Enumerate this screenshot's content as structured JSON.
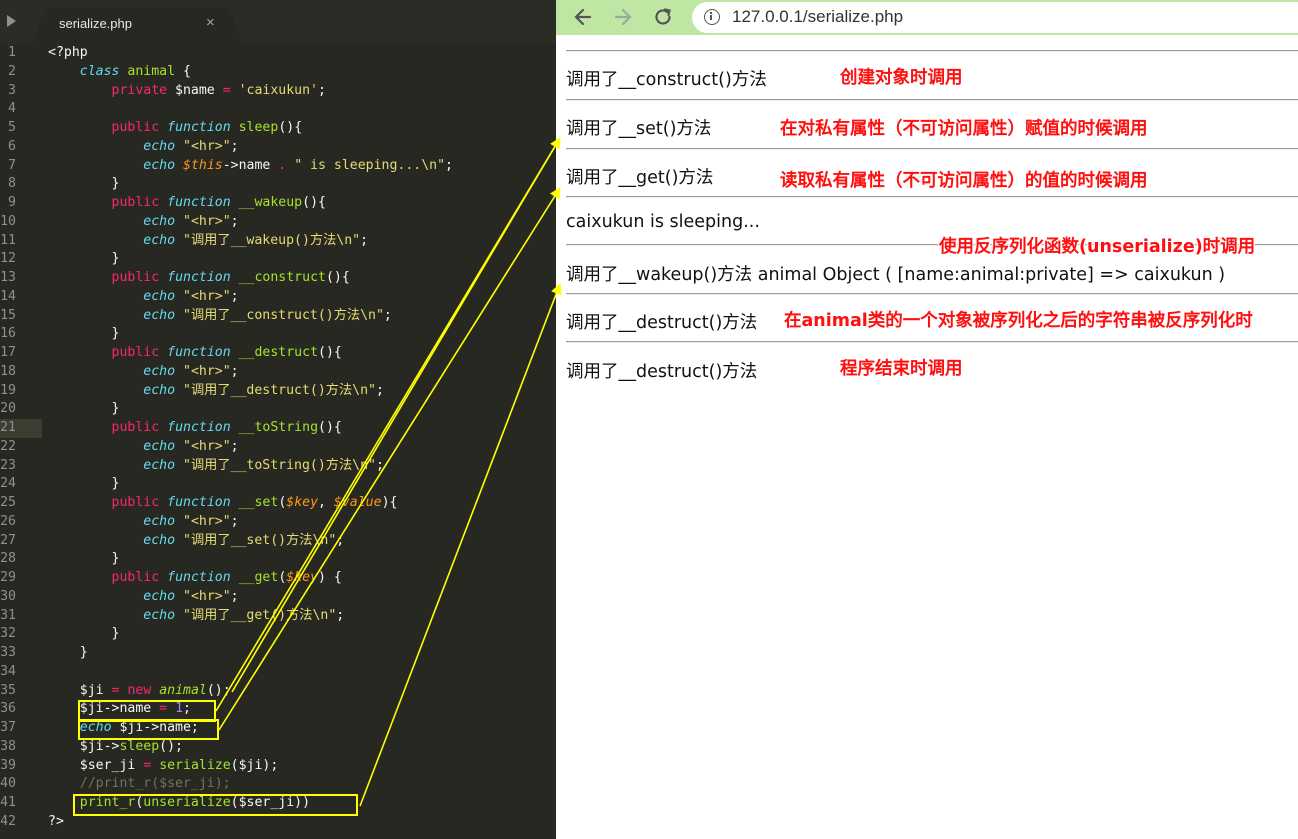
{
  "editor": {
    "tab_title": "serialize.php",
    "tab_close": "×",
    "lines": [
      {
        "n": "1",
        "tokens": [
          [
            "plain",
            "<?php"
          ]
        ]
      },
      {
        "n": "2",
        "tokens": [
          [
            "plain",
            "    "
          ],
          [
            "st",
            "class"
          ],
          [
            "plain",
            " "
          ],
          [
            "fn",
            "animal"
          ],
          [
            "plain",
            " {"
          ]
        ]
      },
      {
        "n": "3",
        "tokens": [
          [
            "plain",
            "        "
          ],
          [
            "kw",
            "private"
          ],
          [
            "plain",
            " $name "
          ],
          [
            "kw",
            "="
          ],
          [
            "plain",
            " "
          ],
          [
            "str",
            "'caixukun'"
          ],
          [
            "plain",
            ";"
          ]
        ]
      },
      {
        "n": "4",
        "tokens": []
      },
      {
        "n": "5",
        "tokens": [
          [
            "plain",
            "        "
          ],
          [
            "kw",
            "public"
          ],
          [
            "plain",
            " "
          ],
          [
            "st",
            "function"
          ],
          [
            "plain",
            " "
          ],
          [
            "fn",
            "sleep"
          ],
          [
            "plain",
            "(){"
          ]
        ]
      },
      {
        "n": "6",
        "tokens": [
          [
            "plain",
            "            "
          ],
          [
            "st",
            "echo"
          ],
          [
            "plain",
            " "
          ],
          [
            "str",
            "\"<hr>\""
          ],
          [
            "plain",
            ";"
          ]
        ]
      },
      {
        "n": "7",
        "tokens": [
          [
            "plain",
            "            "
          ],
          [
            "st",
            "echo"
          ],
          [
            "plain",
            " "
          ],
          [
            "var",
            "$this"
          ],
          [
            "plain",
            "->name "
          ],
          [
            "kw",
            "."
          ],
          [
            "plain",
            " "
          ],
          [
            "str",
            "\" is sleeping...\\n\""
          ],
          [
            "plain",
            ";"
          ]
        ]
      },
      {
        "n": "8",
        "tokens": [
          [
            "plain",
            "        }"
          ]
        ]
      },
      {
        "n": "9",
        "tokens": [
          [
            "plain",
            "        "
          ],
          [
            "kw",
            "public"
          ],
          [
            "plain",
            " "
          ],
          [
            "st",
            "function"
          ],
          [
            "plain",
            " "
          ],
          [
            "fn",
            "__wakeup"
          ],
          [
            "plain",
            "(){"
          ]
        ]
      },
      {
        "n": "10",
        "tokens": [
          [
            "plain",
            "            "
          ],
          [
            "st",
            "echo"
          ],
          [
            "plain",
            " "
          ],
          [
            "str",
            "\"<hr>\""
          ],
          [
            "plain",
            ";"
          ]
        ]
      },
      {
        "n": "11",
        "tokens": [
          [
            "plain",
            "            "
          ],
          [
            "st",
            "echo"
          ],
          [
            "plain",
            " "
          ],
          [
            "str",
            "\"调用了__wakeup()方法\\n\""
          ],
          [
            "plain",
            ";"
          ]
        ]
      },
      {
        "n": "12",
        "tokens": [
          [
            "plain",
            "        }"
          ]
        ]
      },
      {
        "n": "13",
        "tokens": [
          [
            "plain",
            "        "
          ],
          [
            "kw",
            "public"
          ],
          [
            "plain",
            " "
          ],
          [
            "st",
            "function"
          ],
          [
            "plain",
            " "
          ],
          [
            "fn",
            "__construct"
          ],
          [
            "plain",
            "(){"
          ]
        ]
      },
      {
        "n": "14",
        "tokens": [
          [
            "plain",
            "            "
          ],
          [
            "st",
            "echo"
          ],
          [
            "plain",
            " "
          ],
          [
            "str",
            "\"<hr>\""
          ],
          [
            "plain",
            ";"
          ]
        ]
      },
      {
        "n": "15",
        "tokens": [
          [
            "plain",
            "            "
          ],
          [
            "st",
            "echo"
          ],
          [
            "plain",
            " "
          ],
          [
            "str",
            "\"调用了__construct()方法\\n\""
          ],
          [
            "plain",
            ";"
          ]
        ]
      },
      {
        "n": "16",
        "tokens": [
          [
            "plain",
            "        }"
          ]
        ]
      },
      {
        "n": "17",
        "tokens": [
          [
            "plain",
            "        "
          ],
          [
            "kw",
            "public"
          ],
          [
            "plain",
            " "
          ],
          [
            "st",
            "function"
          ],
          [
            "plain",
            " "
          ],
          [
            "fn",
            "__destruct"
          ],
          [
            "plain",
            "(){"
          ]
        ]
      },
      {
        "n": "18",
        "tokens": [
          [
            "plain",
            "            "
          ],
          [
            "st",
            "echo"
          ],
          [
            "plain",
            " "
          ],
          [
            "str",
            "\"<hr>\""
          ],
          [
            "plain",
            ";"
          ]
        ]
      },
      {
        "n": "19",
        "tokens": [
          [
            "plain",
            "            "
          ],
          [
            "st",
            "echo"
          ],
          [
            "plain",
            " "
          ],
          [
            "str",
            "\"调用了__destruct()方法\\n\""
          ],
          [
            "plain",
            ";"
          ]
        ]
      },
      {
        "n": "20",
        "tokens": [
          [
            "plain",
            "        }"
          ]
        ]
      },
      {
        "n": "21",
        "tokens": [
          [
            "plain",
            "        "
          ],
          [
            "kw",
            "public"
          ],
          [
            "plain",
            " "
          ],
          [
            "st",
            "function"
          ],
          [
            "plain",
            " "
          ],
          [
            "fn",
            "__toString"
          ],
          [
            "plain",
            "(){"
          ]
        ]
      },
      {
        "n": "22",
        "tokens": [
          [
            "plain",
            "            "
          ],
          [
            "st",
            "echo"
          ],
          [
            "plain",
            " "
          ],
          [
            "str",
            "\"<hr>\""
          ],
          [
            "plain",
            ";"
          ]
        ]
      },
      {
        "n": "23",
        "tokens": [
          [
            "plain",
            "            "
          ],
          [
            "st",
            "echo"
          ],
          [
            "plain",
            " "
          ],
          [
            "str",
            "\"调用了__toString()方法\\n\""
          ],
          [
            "plain",
            ";"
          ]
        ]
      },
      {
        "n": "24",
        "tokens": [
          [
            "plain",
            "        }"
          ]
        ]
      },
      {
        "n": "25",
        "tokens": [
          [
            "plain",
            "        "
          ],
          [
            "kw",
            "public"
          ],
          [
            "plain",
            " "
          ],
          [
            "st",
            "function"
          ],
          [
            "plain",
            " "
          ],
          [
            "fn",
            "__set"
          ],
          [
            "plain",
            "("
          ],
          [
            "var",
            "$key"
          ],
          [
            "plain",
            ", "
          ],
          [
            "var",
            "$value"
          ],
          [
            "plain",
            "){"
          ]
        ]
      },
      {
        "n": "26",
        "tokens": [
          [
            "plain",
            "            "
          ],
          [
            "st",
            "echo"
          ],
          [
            "plain",
            " "
          ],
          [
            "str",
            "\"<hr>\""
          ],
          [
            "plain",
            ";"
          ]
        ]
      },
      {
        "n": "27",
        "tokens": [
          [
            "plain",
            "            "
          ],
          [
            "st",
            "echo"
          ],
          [
            "plain",
            " "
          ],
          [
            "str",
            "\"调用了__set()方法\\n\""
          ],
          [
            "plain",
            ";"
          ]
        ]
      },
      {
        "n": "28",
        "tokens": [
          [
            "plain",
            "        }"
          ]
        ]
      },
      {
        "n": "29",
        "tokens": [
          [
            "plain",
            "        "
          ],
          [
            "kw",
            "public"
          ],
          [
            "plain",
            " "
          ],
          [
            "st",
            "function"
          ],
          [
            "plain",
            " "
          ],
          [
            "fn",
            "__get"
          ],
          [
            "plain",
            "("
          ],
          [
            "var",
            "$key"
          ],
          [
            "plain",
            ") {"
          ]
        ]
      },
      {
        "n": "30",
        "tokens": [
          [
            "plain",
            "            "
          ],
          [
            "st",
            "echo"
          ],
          [
            "plain",
            " "
          ],
          [
            "str",
            "\"<hr>\""
          ],
          [
            "plain",
            ";"
          ]
        ]
      },
      {
        "n": "31",
        "tokens": [
          [
            "plain",
            "            "
          ],
          [
            "st",
            "echo"
          ],
          [
            "plain",
            " "
          ],
          [
            "str",
            "\"调用了__get()方法\\n\""
          ],
          [
            "plain",
            ";"
          ]
        ]
      },
      {
        "n": "32",
        "tokens": [
          [
            "plain",
            "        }"
          ]
        ]
      },
      {
        "n": "33",
        "tokens": [
          [
            "plain",
            "    }"
          ]
        ]
      },
      {
        "n": "34",
        "tokens": []
      },
      {
        "n": "35",
        "tokens": [
          [
            "plain",
            "    $ji "
          ],
          [
            "kw",
            "="
          ],
          [
            "plain",
            " "
          ],
          [
            "kw",
            "new"
          ],
          [
            "plain",
            " "
          ],
          [
            "cls",
            "animal"
          ],
          [
            "plain",
            "();"
          ]
        ]
      },
      {
        "n": "36",
        "tokens": [
          [
            "plain",
            "    $ji->name "
          ],
          [
            "kw",
            "="
          ],
          [
            "plain",
            " "
          ],
          [
            "num",
            "1"
          ],
          [
            "plain",
            ";"
          ]
        ]
      },
      {
        "n": "37",
        "tokens": [
          [
            "plain",
            "    "
          ],
          [
            "st",
            "echo"
          ],
          [
            "plain",
            " $ji->name;"
          ]
        ]
      },
      {
        "n": "38",
        "tokens": [
          [
            "plain",
            "    $ji->"
          ],
          [
            "fn",
            "sleep"
          ],
          [
            "plain",
            "();"
          ]
        ]
      },
      {
        "n": "39",
        "tokens": [
          [
            "plain",
            "    $ser_ji "
          ],
          [
            "kw",
            "="
          ],
          [
            "plain",
            " "
          ],
          [
            "fn",
            "serialize"
          ],
          [
            "plain",
            "($ji);"
          ]
        ]
      },
      {
        "n": "40",
        "tokens": [
          [
            "cmt",
            "    //print_r($ser_ji);"
          ]
        ]
      },
      {
        "n": "41",
        "tokens": [
          [
            "plain",
            "    "
          ],
          [
            "fn",
            "print_r"
          ],
          [
            "plain",
            "("
          ],
          [
            "fn",
            "unserialize"
          ],
          [
            "plain",
            "($ser_ji))"
          ]
        ]
      },
      {
        "n": "42",
        "tokens": [
          [
            "plain",
            "?>"
          ]
        ]
      }
    ]
  },
  "browser": {
    "url": "127.0.0.1/serialize.php",
    "outputs": [
      "调用了__construct()方法",
      "调用了__set()方法",
      "调用了__get()方法",
      "caixukun is sleeping...",
      "调用了__wakeup()方法 animal Object ( [name:animal:private] => caixukun )",
      "调用了__destruct()方法",
      "调用了__destruct()方法"
    ],
    "notes": {
      "construct": "创建对象时调用",
      "set": "在对私有属性（不可访问属性）赋值的时候调用",
      "get": "读取私有属性（不可访问属性）的值的时候调用",
      "unserialize": "使用反序列化函数(unserialize)时调用",
      "destruct_unserialized": "在animal类的一个对象被序列化之后的字符串被反序列化时",
      "destruct_end": "程序结束时调用"
    }
  },
  "colors": {
    "editor_bg": "#272822",
    "annotation_yellow": "#ffff00",
    "note_red": "#ff1010",
    "browser_toolbar": "#bfe6a3"
  }
}
